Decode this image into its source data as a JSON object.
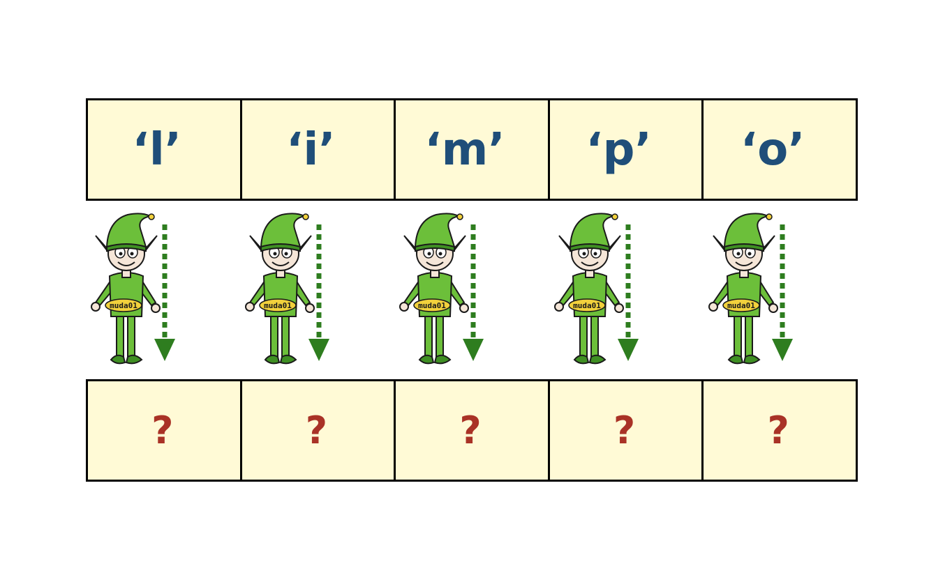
{
  "top_row": [
    {
      "text": "‘l’"
    },
    {
      "text": "‘i’"
    },
    {
      "text": "‘m’"
    },
    {
      "text": "‘p’"
    },
    {
      "text": "‘o’"
    }
  ],
  "bottom_row": [
    {
      "text": "?"
    },
    {
      "text": "?"
    },
    {
      "text": "?"
    },
    {
      "text": "?"
    },
    {
      "text": "?"
    }
  ],
  "elves": [
    {
      "badge": "muda01"
    },
    {
      "badge": "muda01"
    },
    {
      "badge": "muda01"
    },
    {
      "badge": "muda01"
    },
    {
      "badge": "muda01"
    }
  ],
  "colors": {
    "cell_fill": "#fffad6",
    "char_text": "#1f4e79",
    "question_text": "#a93226",
    "arrow": "#2e7d1f",
    "elf_green": "#6cbf3a"
  }
}
